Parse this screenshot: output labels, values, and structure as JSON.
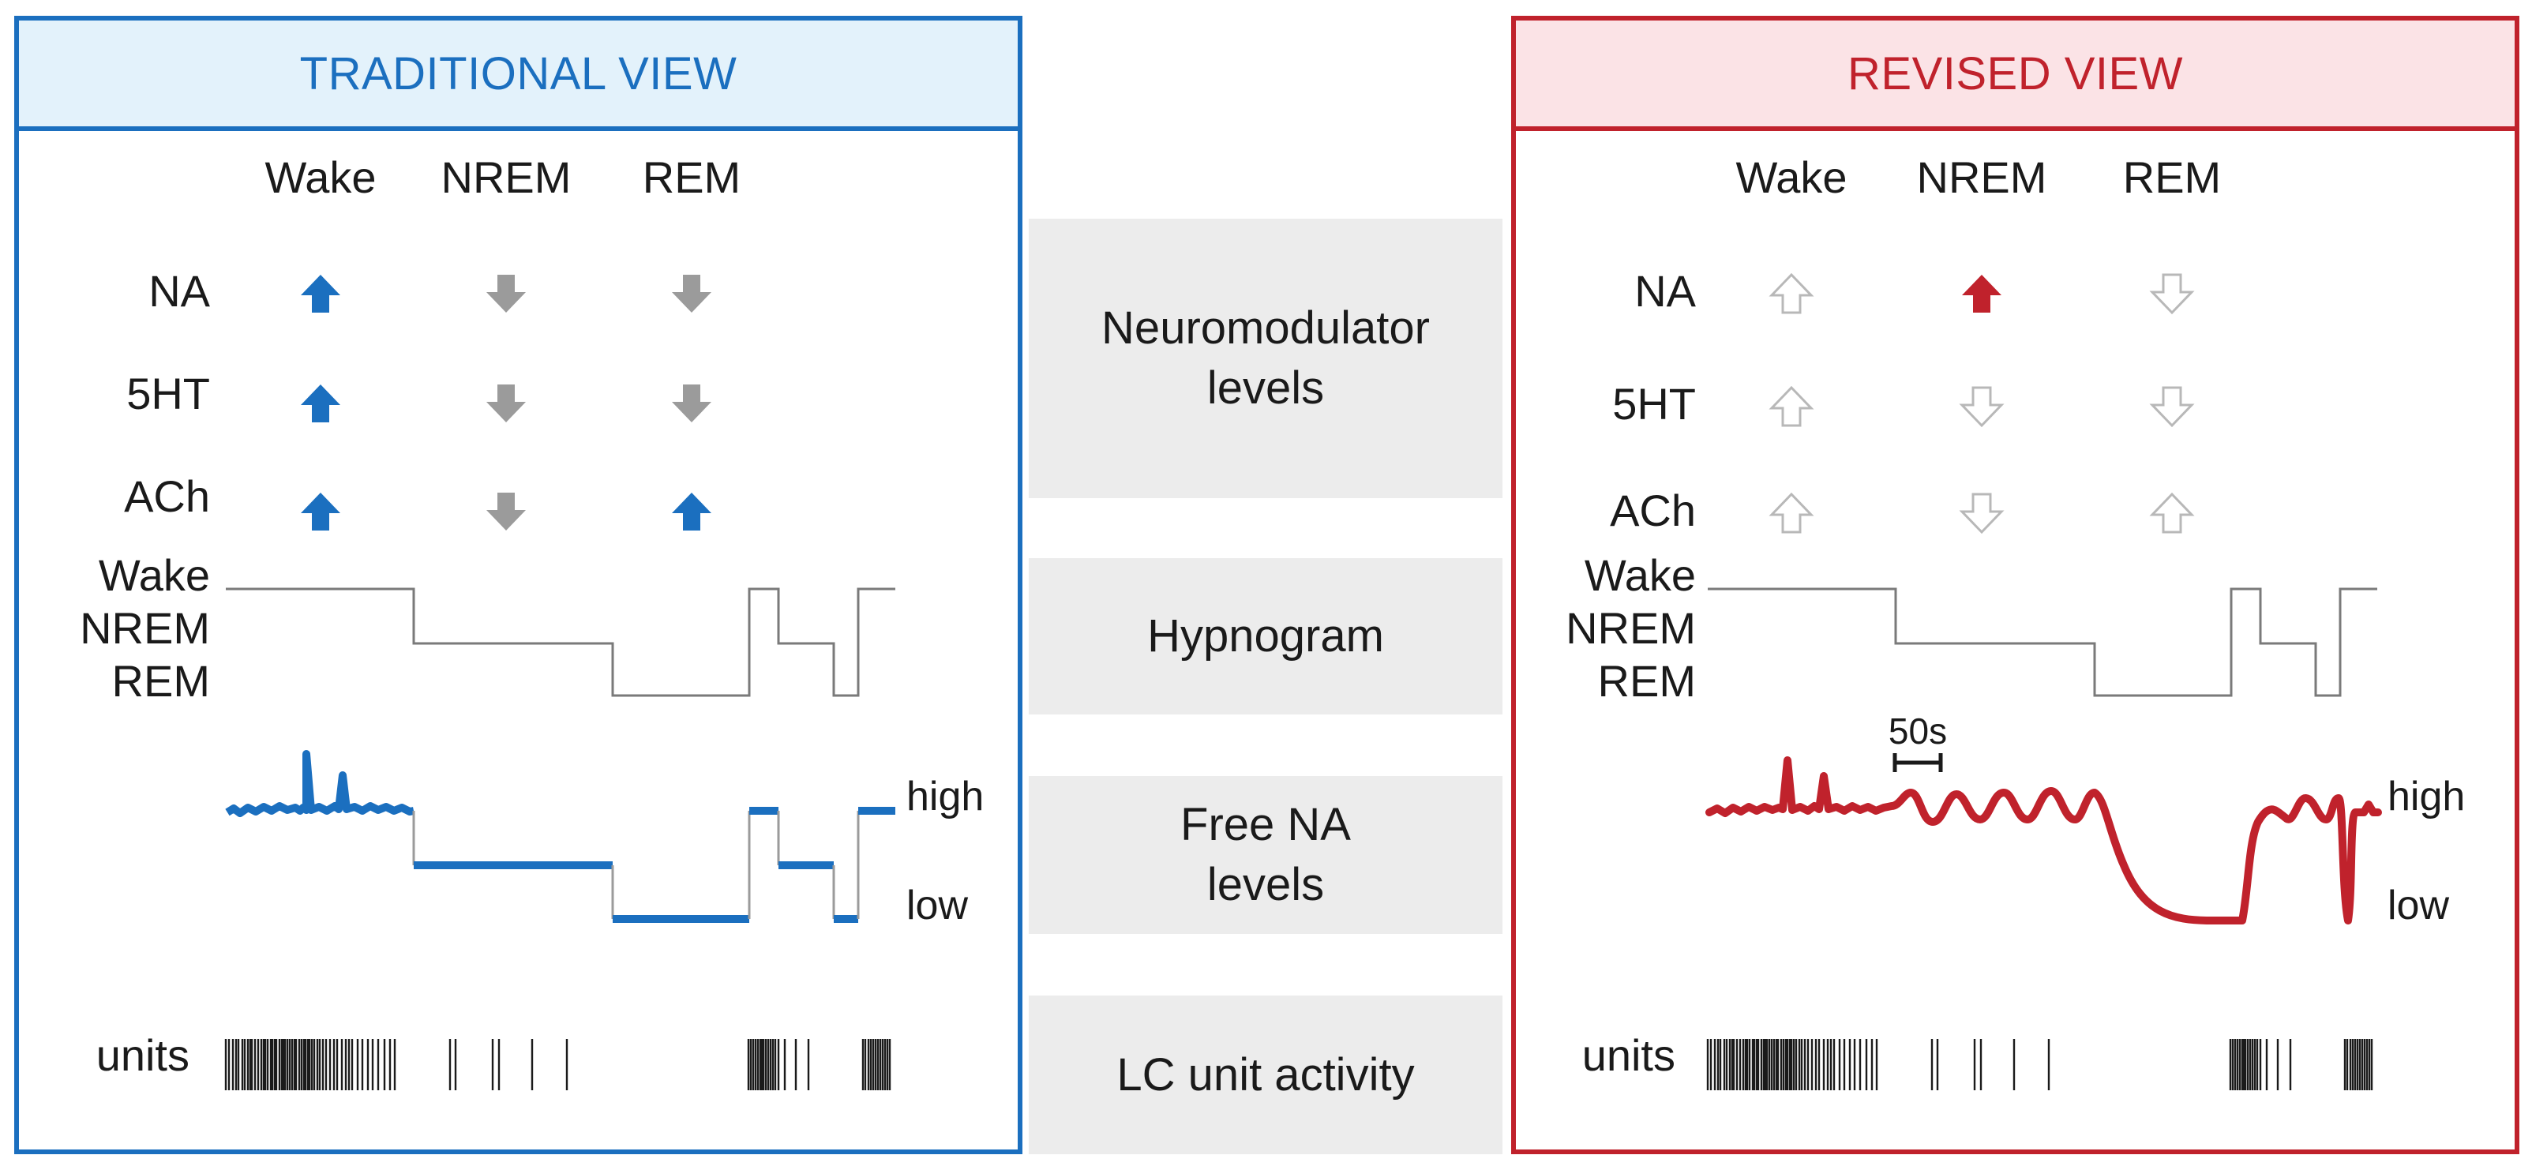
{
  "panels": {
    "traditional": {
      "title": "TRADITIONAL VIEW",
      "accent_color": "#1b6fbf",
      "states": [
        "Wake",
        "NREM",
        "REM"
      ],
      "modulators": [
        {
          "name": "NA",
          "arrows": [
            "up-filled-blue",
            "down-filled-gray",
            "down-filled-gray"
          ]
        },
        {
          "name": "5HT",
          "arrows": [
            "up-filled-blue",
            "down-filled-gray",
            "down-filled-gray"
          ]
        },
        {
          "name": "ACh",
          "arrows": [
            "up-filled-blue",
            "down-filled-gray",
            "up-filled-blue"
          ]
        }
      ],
      "hypnogram_labels": [
        "Wake",
        "NREM",
        "REM"
      ],
      "level_labels": {
        "high": "high",
        "low": "low"
      },
      "units_label": "units"
    },
    "revised": {
      "title": "REVISED VIEW",
      "accent_color": "#c0222c",
      "states": [
        "Wake",
        "NREM",
        "REM"
      ],
      "modulators": [
        {
          "name": "NA",
          "arrows": [
            "up-outline",
            "up-filled-red",
            "down-outline"
          ]
        },
        {
          "name": "5HT",
          "arrows": [
            "up-outline",
            "down-outline",
            "down-outline"
          ]
        },
        {
          "name": "ACh",
          "arrows": [
            "up-outline",
            "down-outline",
            "up-outline"
          ]
        }
      ],
      "hypnogram_labels": [
        "Wake",
        "NREM",
        "REM"
      ],
      "level_labels": {
        "high": "high",
        "low": "low"
      },
      "scale_bar_label": "50s",
      "units_label": "units"
    }
  },
  "middle": {
    "neuromodulator": {
      "line1": "Neuromodulator",
      "line2": "levels"
    },
    "hypnogram": {
      "line1": "Hypnogram"
    },
    "free_na": {
      "line1": "Free NA",
      "line2": "levels"
    },
    "lc": {
      "line1": "LC unit activity"
    }
  },
  "colors": {
    "blue": "#1b6fbf",
    "red": "#c0222c",
    "gray_arrow": "#9b9b9b",
    "outline_arrow": "#b8b8b8",
    "middle_box": "#ececec"
  }
}
